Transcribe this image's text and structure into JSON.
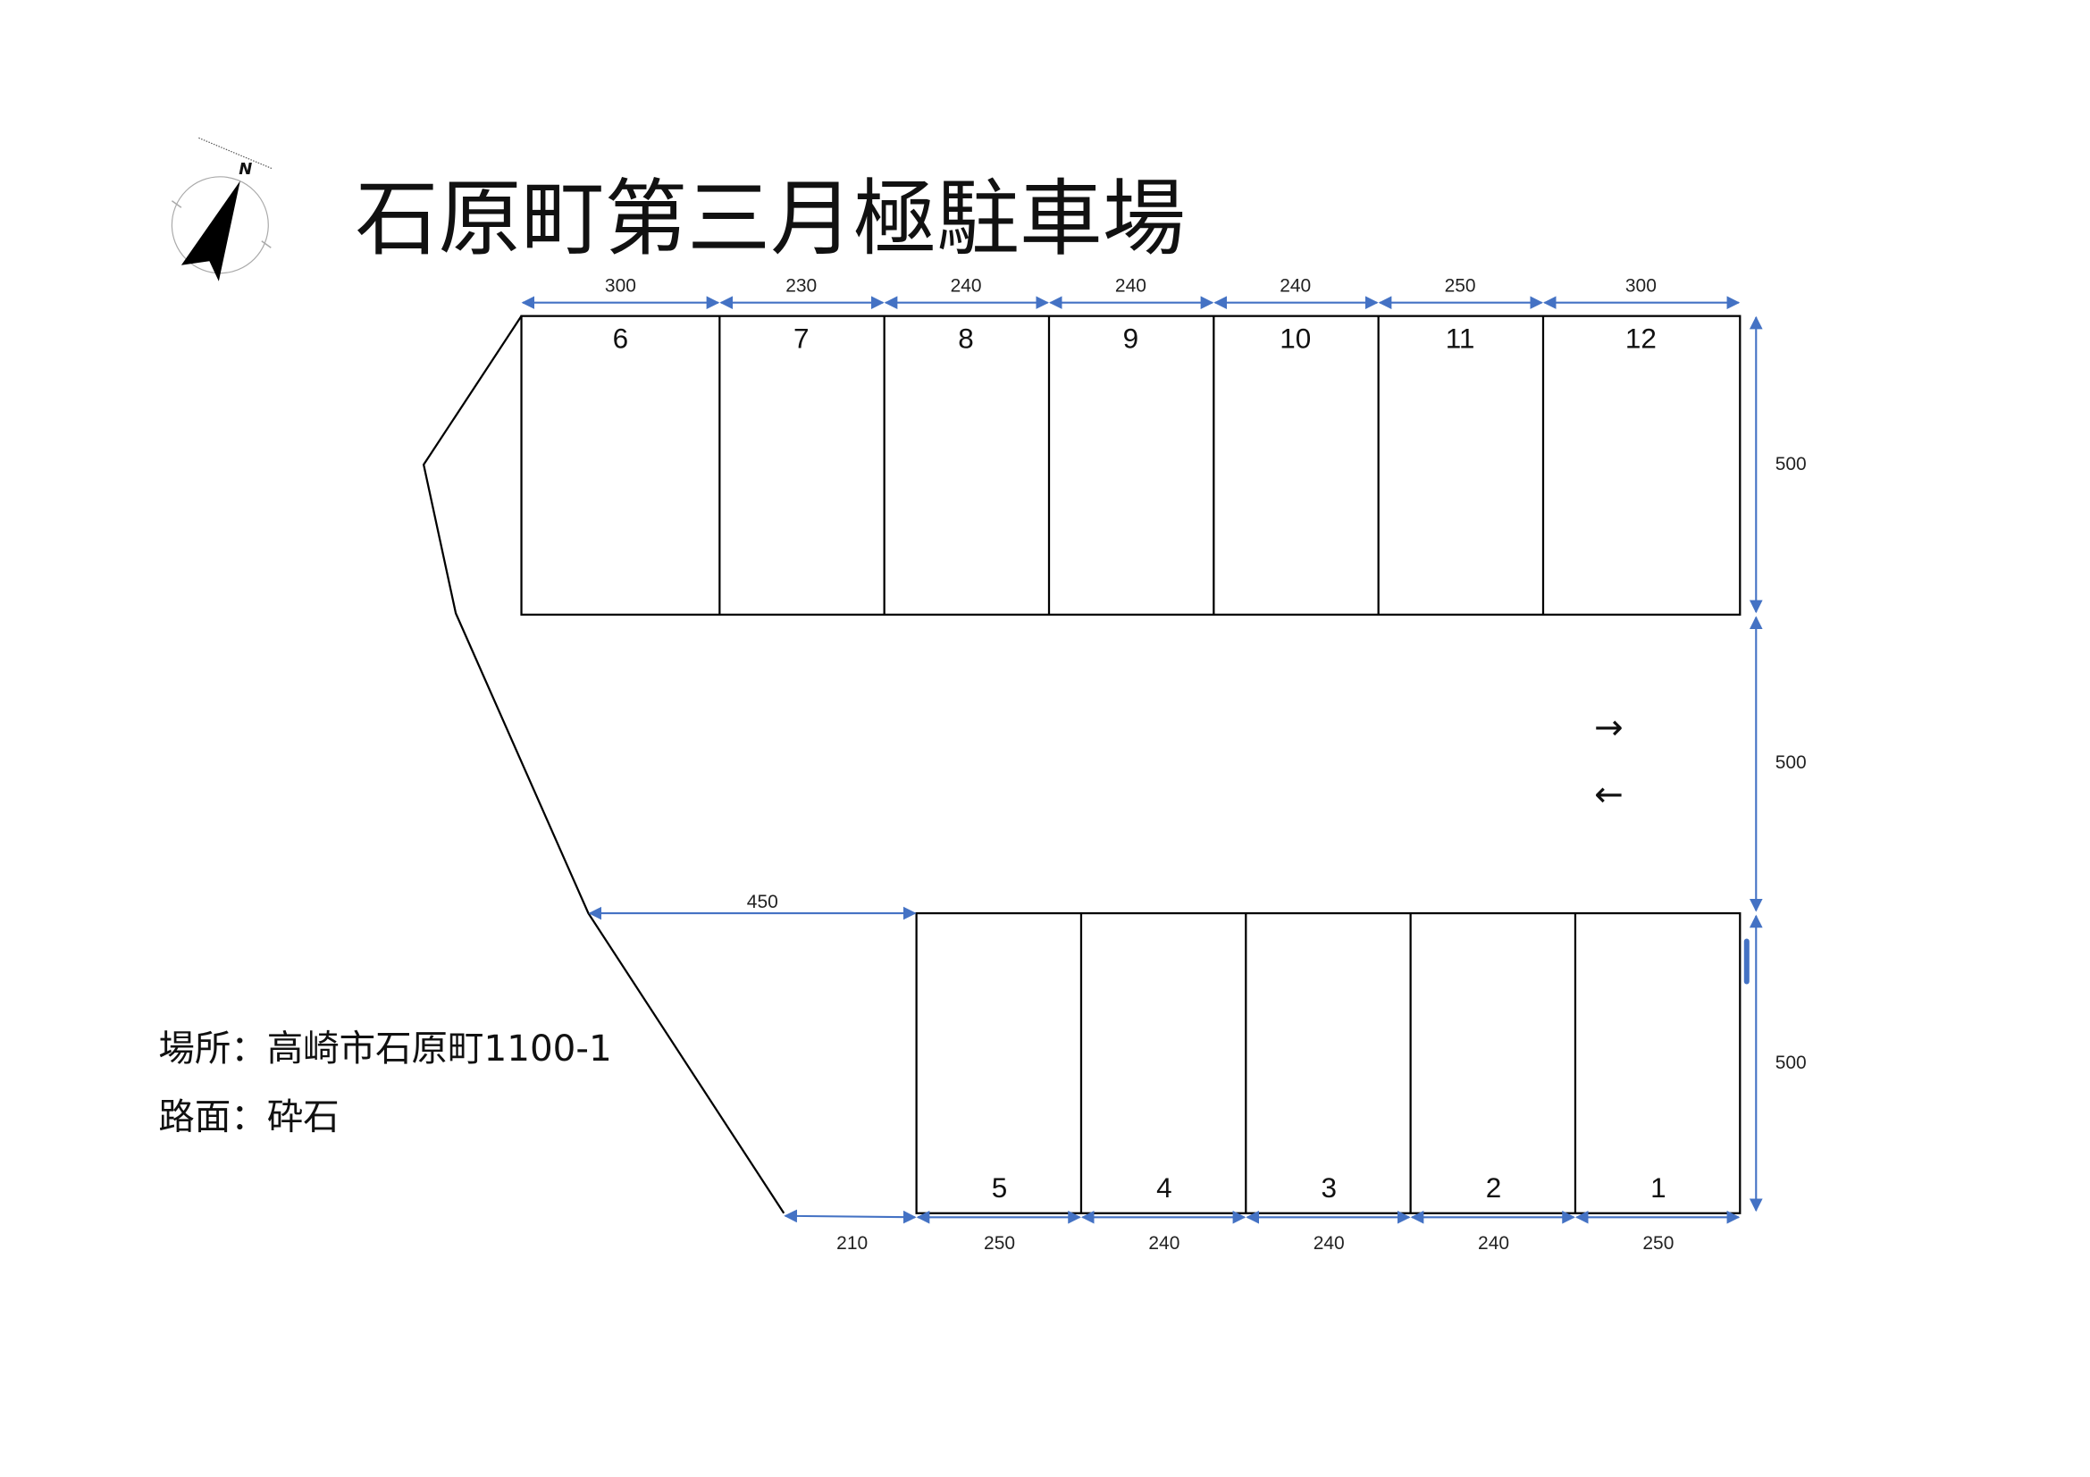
{
  "title": "石原町第三月極駐車場",
  "compass_label": "N",
  "info": {
    "location": "場所：高崎市石原町1100-1",
    "surface": "路面：砕石"
  },
  "top_row": {
    "spaces": [
      "6",
      "7",
      "8",
      "9",
      "10",
      "11",
      "12"
    ],
    "widths": [
      "300",
      "230",
      "240",
      "240",
      "240",
      "250",
      "300"
    ]
  },
  "bottom_row": {
    "spaces": [
      "5",
      "4",
      "3",
      "2",
      "1"
    ],
    "widths": [
      "250",
      "240",
      "240",
      "240",
      "250"
    ],
    "offset_bottom": "210",
    "offset_top": "450"
  },
  "depths": [
    "500",
    "500",
    "500"
  ],
  "arrows": {
    "right": "→",
    "left": "←"
  },
  "colors": {
    "dimension": "#4472c4",
    "line": "#000000"
  }
}
